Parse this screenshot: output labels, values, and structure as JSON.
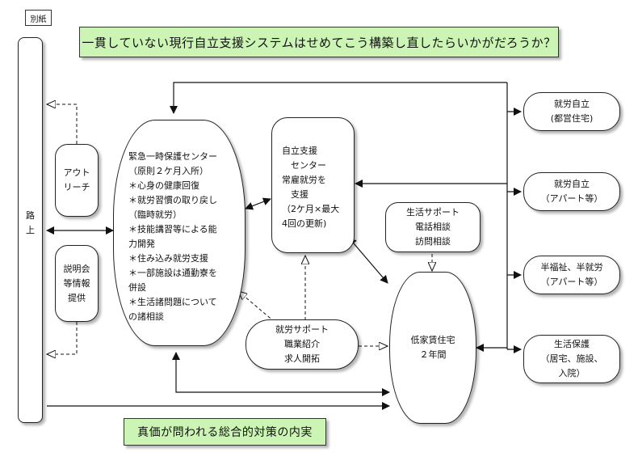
{
  "tag": "別紙",
  "title": "一貫していない現行自立支援システムはせめてこう構築し直したらいかがだろうか？",
  "footer": "真価が問われる総合的対策の内実",
  "street": "路\n上",
  "outreach": "アウト\nリーチ",
  "briefing": "説明会\n等情報\n提供",
  "shelter": "緊急一時保護センター\n（原則２ケ月入所）\n＊心身の健康回復\n＊就労習慣の取り戻し\n（臨時就労）\n＊技能講習等による能\n力開発\n＊住み込み就労支援\n＊一部施設は通勤寮を\n併設\n＊生活諸問題について\nの諸相談",
  "support_center": "自立支援\n　センター\n常雇就労を\n　支援\n（2ケ月×最大\n4回の更新)",
  "life_support": "生活サポート\n電話相談\n訪問相談",
  "work_support": "就労サポート\n職業紹介\n求人開拓",
  "housing": "低家賃住宅\n２年間",
  "outcomes": [
    "就労自立\n(都営住宅)",
    "就労自立\n（アパート等）",
    "半福祉、半就労\n（アパート等）",
    "生活保護\n（居宅、施設、\n入院）"
  ]
}
